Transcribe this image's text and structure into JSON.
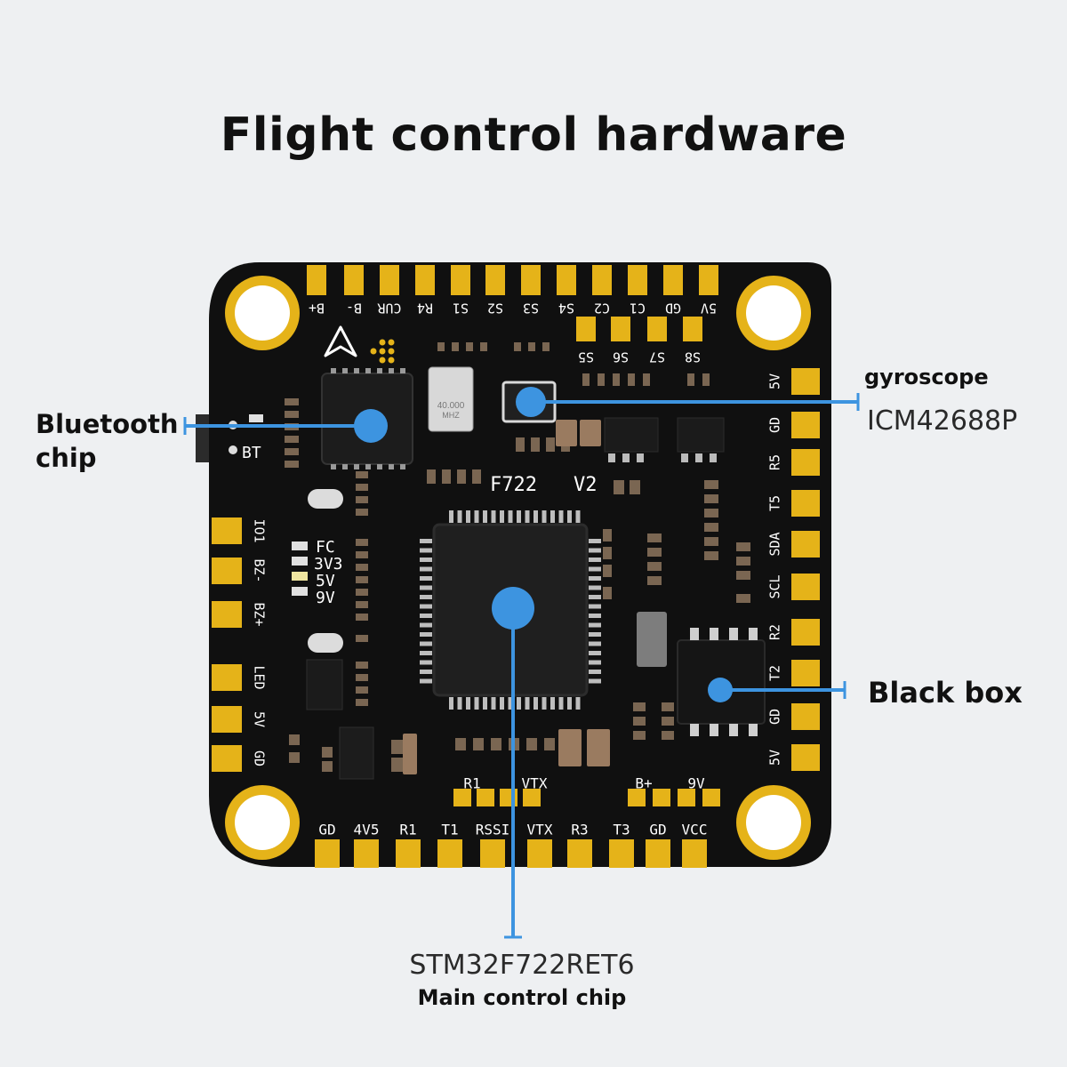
{
  "title": "Flight control hardware",
  "callouts": {
    "bluetooth": {
      "line1": "Bluetooth",
      "line2": "chip"
    },
    "gyroscope": {
      "label": "gyroscope",
      "part": "ICM42688P"
    },
    "blackbox": {
      "label": "Black box"
    },
    "mcu": {
      "part": "STM32F722RET6",
      "label": "Main control chip"
    }
  },
  "board": {
    "model": "F722",
    "version": "V2",
    "crystal": [
      "40.000",
      "MHZ"
    ],
    "bt_label": "BT",
    "top_pads": [
      "B+",
      "B-",
      "CUR",
      "R4",
      "S1",
      "S2",
      "S3",
      "S4",
      "C2",
      "C1",
      "GD",
      "5V"
    ],
    "s_pads": [
      "S5",
      "S6",
      "S7",
      "S8"
    ],
    "right_pads": [
      "5V",
      "GD",
      "R5",
      "T5",
      "SDA",
      "SCL",
      "R2",
      "T2",
      "GD",
      "5V"
    ],
    "left_pads": [
      "IO1",
      "BZ-",
      "BZ+",
      "LED",
      "5V",
      "GD"
    ],
    "bottom_pads": [
      "GD",
      "4V5",
      "R1",
      "T1",
      "RSSI",
      "VTX",
      "R3",
      "T3",
      "GD",
      "VCC"
    ],
    "small_pads_top": [
      "R1",
      "VTX",
      "B+",
      "9V"
    ],
    "leds": [
      "FC",
      "3V3",
      "5V",
      "9V"
    ]
  },
  "colors": {
    "pcb": "#101010",
    "gold": "#e5b319",
    "accent": "#3d94e0",
    "background": "#eef0f2"
  }
}
